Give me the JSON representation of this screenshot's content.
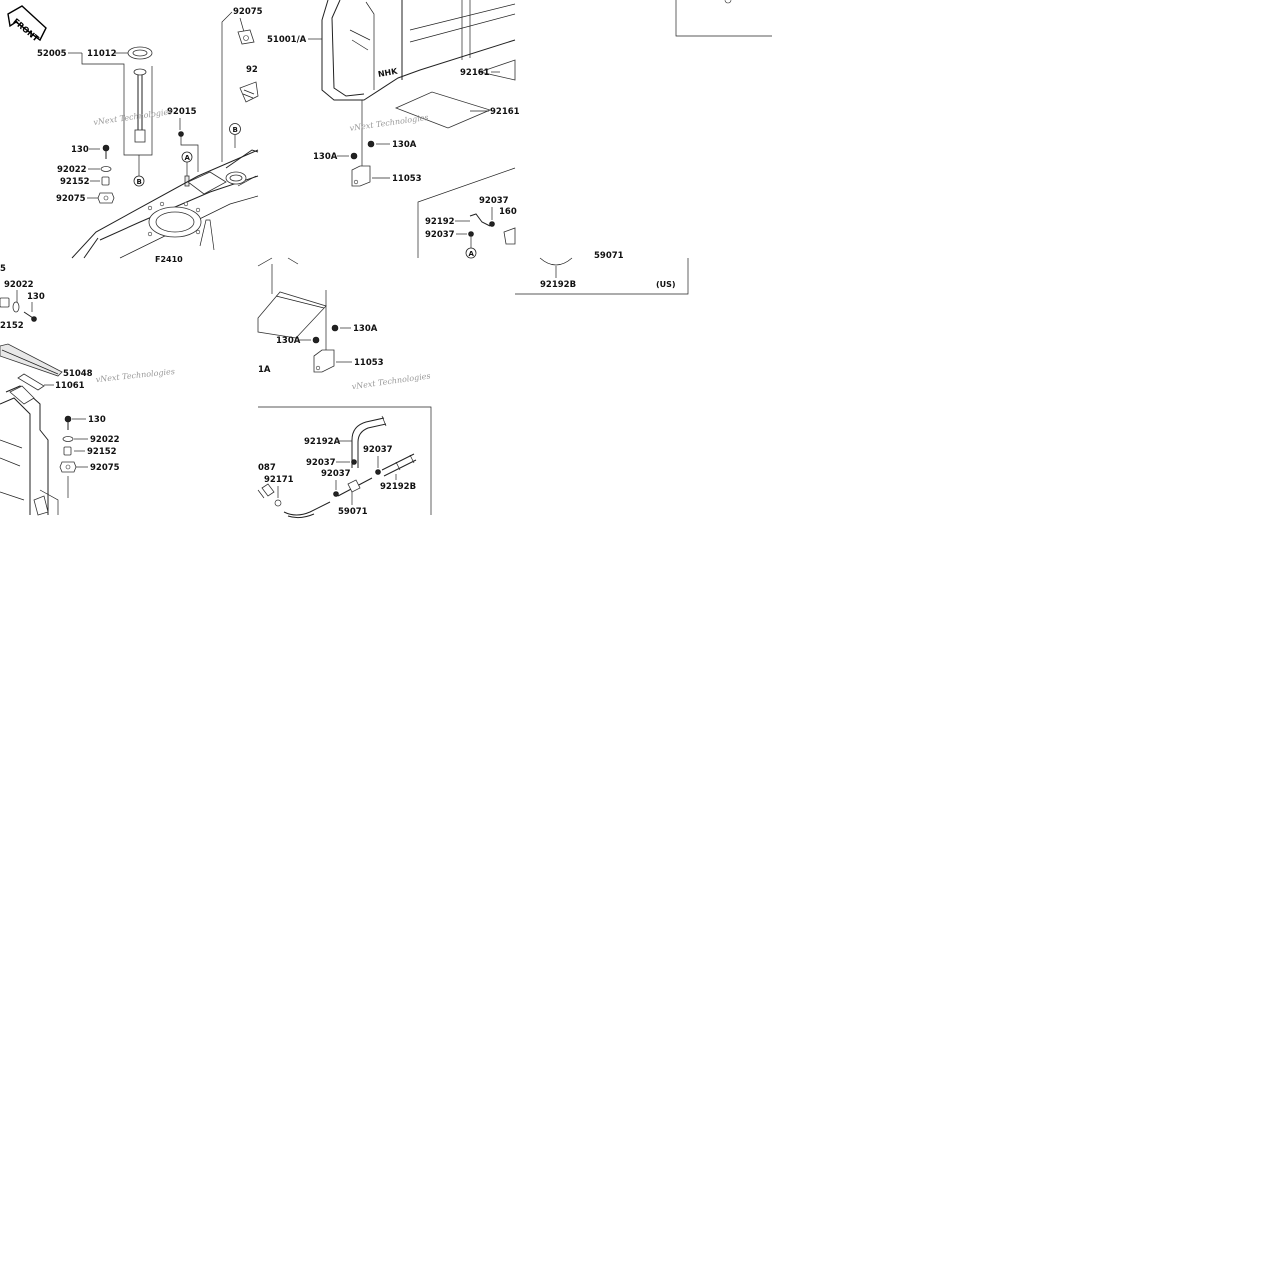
{
  "diagram": {
    "front_marker": "FRONT",
    "watermark": "vNext Technologies",
    "region_note": "(US)",
    "callout_letters": [
      "A",
      "B"
    ],
    "labels": {
      "p52005": "52005",
      "p11012": "11012",
      "p92075_top": "92075",
      "p92_partial": "92",
      "p92015": "92015",
      "p130_left": "130",
      "p92022_left": "92022",
      "p92152_left": "92152",
      "p92075_left": "92075",
      "pF2410": "F2410",
      "p51001A": "51001/A",
      "p92161_a": "92161",
      "p92161_b": "92161",
      "p130A_a": "130A",
      "p130A_b": "130A",
      "p11053_a": "11053",
      "p92037_a": "92037",
      "p92192": "92192",
      "p160_partial": "160",
      "p92037_b": "92037",
      "p92192B_a": "92192B",
      "p59071_partial": "59071",
      "p5_partial": "5",
      "p92022_b": "92022",
      "p130_b": "130",
      "p2152_partial": "2152",
      "p51048": "51048",
      "p11061": "11061",
      "p130_c": "130",
      "p92022_c": "92022",
      "p92152_c": "92152",
      "p92075_c": "92075",
      "p130A_c": "130A",
      "p130A_d": "130A",
      "p1A_partial": "1A",
      "p11053_b": "11053",
      "p92192A": "92192A",
      "p92037_c": "92037",
      "p92037_d": "92037",
      "p92037_e": "92037",
      "p087_partial": "087",
      "p92171": "92171",
      "p92192B_b": "92192B",
      "p59071": "59071"
    }
  }
}
